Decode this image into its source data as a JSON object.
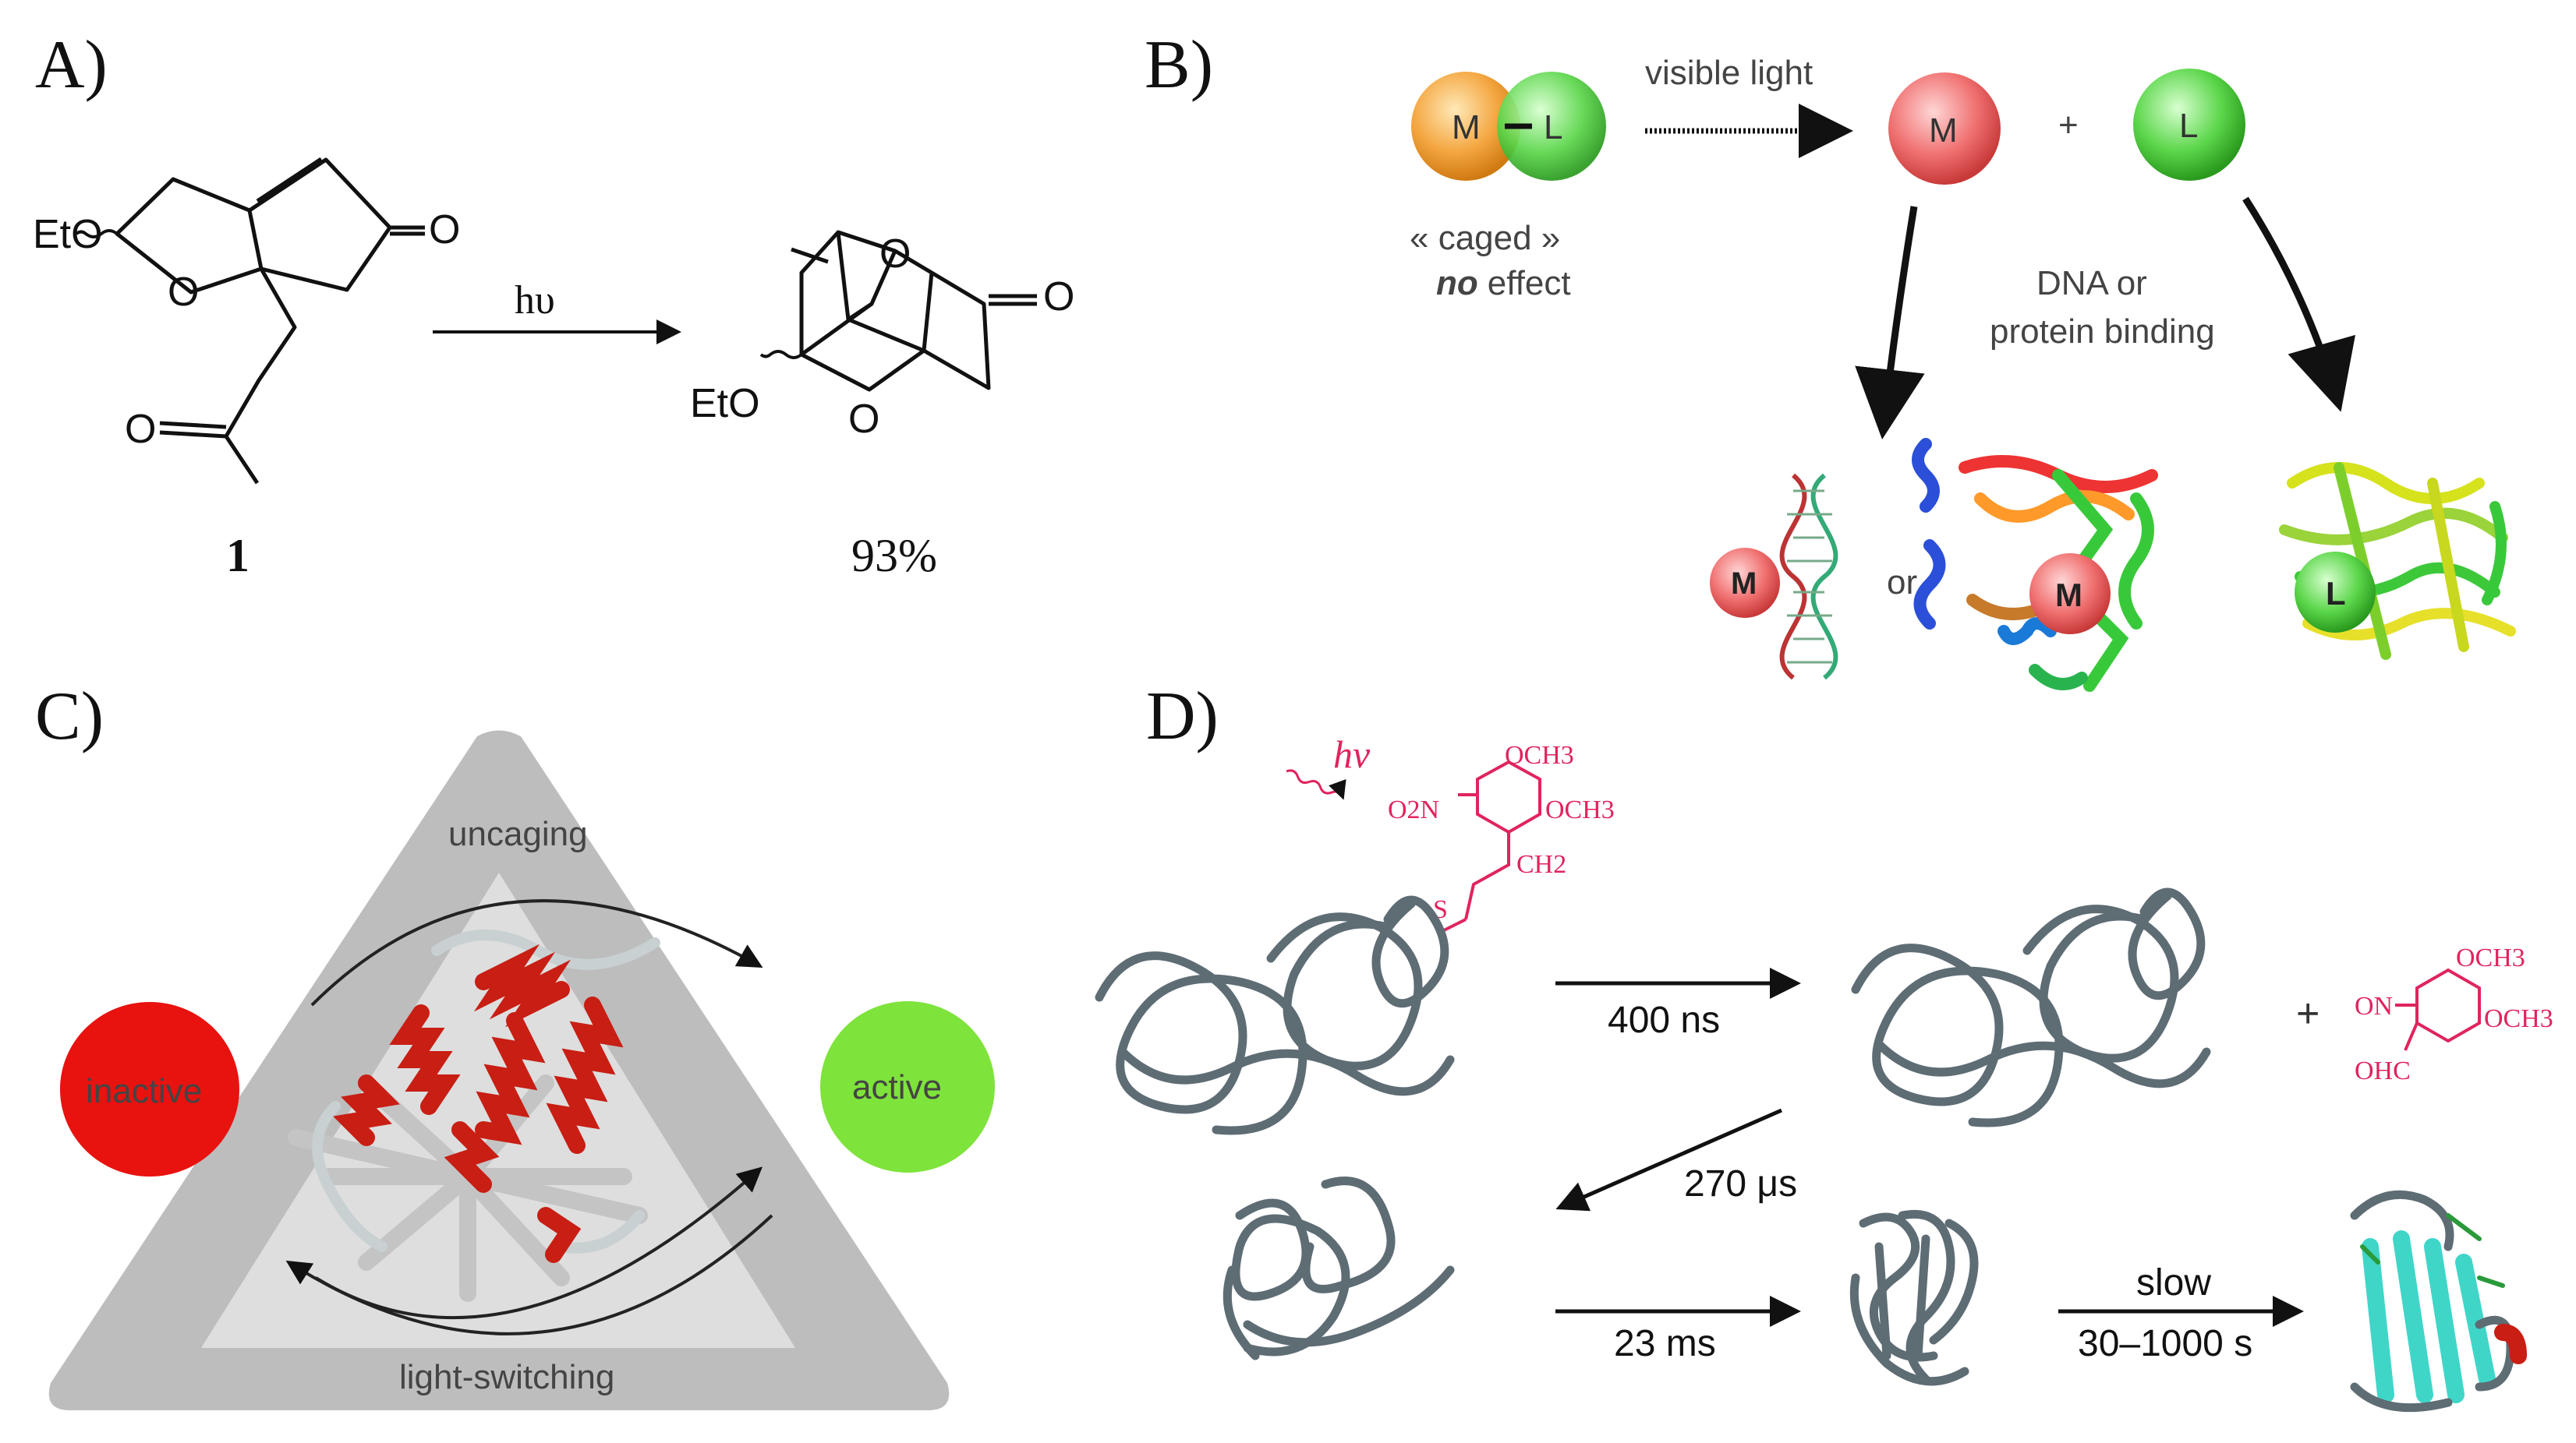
{
  "panels": {
    "A": {
      "label": "A)",
      "reactant_groups": {
        "eto": "EtO",
        "ring_o": "O",
        "ketone_o": "O",
        "ketone2_o": "O"
      },
      "reaction_condition": "hυ",
      "product_groups": {
        "eto": "EtO",
        "o_top": "O",
        "o_bottom": "O",
        "ketone_o": "O"
      },
      "compound_number": "1",
      "yield": "93%"
    },
    "B": {
      "label": "B)",
      "caged_complex": {
        "metal": "M",
        "ligand": "L"
      },
      "arrow_label": "visible light",
      "products": {
        "metal": "M",
        "plus": "+",
        "ligand": "L"
      },
      "caged_line1": "« caged »",
      "caged_no": "no",
      "caged_effect": "effect",
      "binding_line1": "DNA or",
      "binding_line2": "protein binding",
      "dna_metal": "M",
      "or_text": "or",
      "protein_metal": "M",
      "protein_ligand": "L"
    },
    "C": {
      "label": "C)",
      "top_label": "uncaging",
      "bottom_label": "light-switching",
      "left_state": "inactive",
      "right_state": "active",
      "colors": {
        "inactive": "#e8120f",
        "active": "#7ee33b",
        "triangle": "#bdbdbd",
        "inner": "#dcdcdc"
      }
    },
    "D": {
      "label": "D)",
      "light": "hν",
      "cage_groups": {
        "och3_top": "OCH3",
        "och3_right": "OCH3",
        "o2n": "O2N",
        "ch2": "CH2",
        "s": "S"
      },
      "step1_time": "400 ns",
      "plus": "+",
      "byproduct_groups": {
        "och3_top": "OCH3",
        "och3_right": "OCH3",
        "on": "ON",
        "ohc": "OHC"
      },
      "step2_time": "270 μs",
      "step3_time": "23 ms",
      "step4_label": "slow",
      "step4_time": "30–1000 s",
      "colors": {
        "cage": "#e0245e"
      }
    }
  }
}
